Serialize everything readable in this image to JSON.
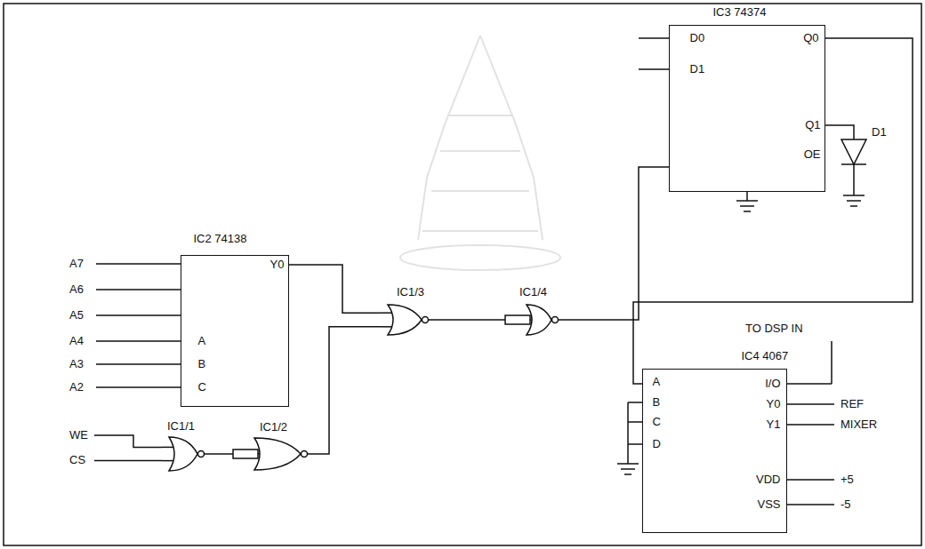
{
  "diagram": {
    "nodes": [
      {
        "text": [
          "IC2 74138",
          "Y0",
          "A",
          "B",
          "C"
        ]
      },
      {
        "text": [
          "IC1/1"
        ]
      },
      {
        "text": [
          "IC1/2"
        ]
      },
      {
        "text": [
          "IC1/3"
        ]
      },
      {
        "text": [
          "IC1/4"
        ]
      },
      {
        "text": [
          "IC3 74374",
          "D0",
          "Q0",
          "D1",
          "Q1",
          "OE"
        ]
      },
      {
        "text": [
          "D1"
        ]
      },
      {
        "text": [
          "IC4 4067",
          "A",
          "I/O",
          "B",
          "Y0",
          "C",
          "Y1",
          "D",
          "VDD",
          "VSS"
        ]
      }
    ],
    "edges": [
      {
        "from": 0,
        "to": 3,
        "arrow": "none"
      },
      {
        "from": 1,
        "to": 2,
        "arrow": "none"
      },
      {
        "from": 2,
        "to": 3,
        "arrow": "none"
      },
      {
        "from": 3,
        "to": 4,
        "arrow": "none"
      },
      {
        "from": 4,
        "to": 5,
        "arrow": "none"
      },
      {
        "from": 5,
        "to": 7,
        "arrow": "none"
      },
      {
        "from": 5,
        "to": 6,
        "arrow": "none"
      }
    ],
    "labels": [
      "A7",
      "A6",
      "A5",
      "A4",
      "A3",
      "A2",
      "WE",
      "CS",
      "TO DSP IN",
      "REF",
      "MIXER",
      "+5",
      "-5"
    ]
  }
}
